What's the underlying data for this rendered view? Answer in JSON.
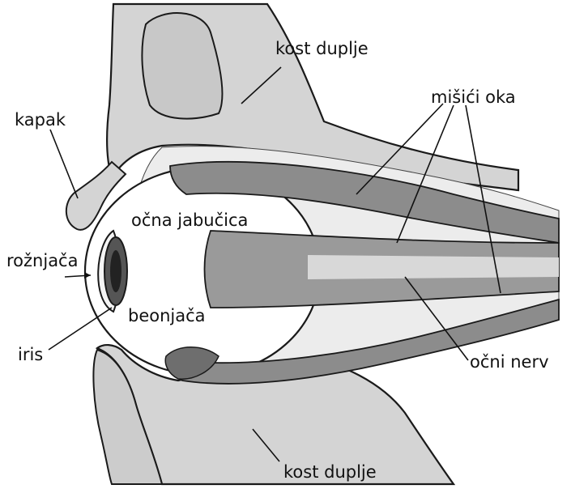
{
  "labels": {
    "kost_duplje_top": "kost duplje",
    "misici_oka": "mišići oka",
    "kapak": "kapak",
    "ocna_jabucica": "očna jabučica",
    "roznjaca": "rožnjača",
    "beonjaca": "beonjača",
    "iris": "iris",
    "ocni_nerv": "očni nerv",
    "kost_duplje_bottom": "kost duplje"
  },
  "colors": {
    "bone": "#d4d4d4",
    "muscle": "#8c8c8c",
    "muscle_dark": "#6e6e6e",
    "fat": "#e6e6e6",
    "outline": "#1a1a1a"
  }
}
